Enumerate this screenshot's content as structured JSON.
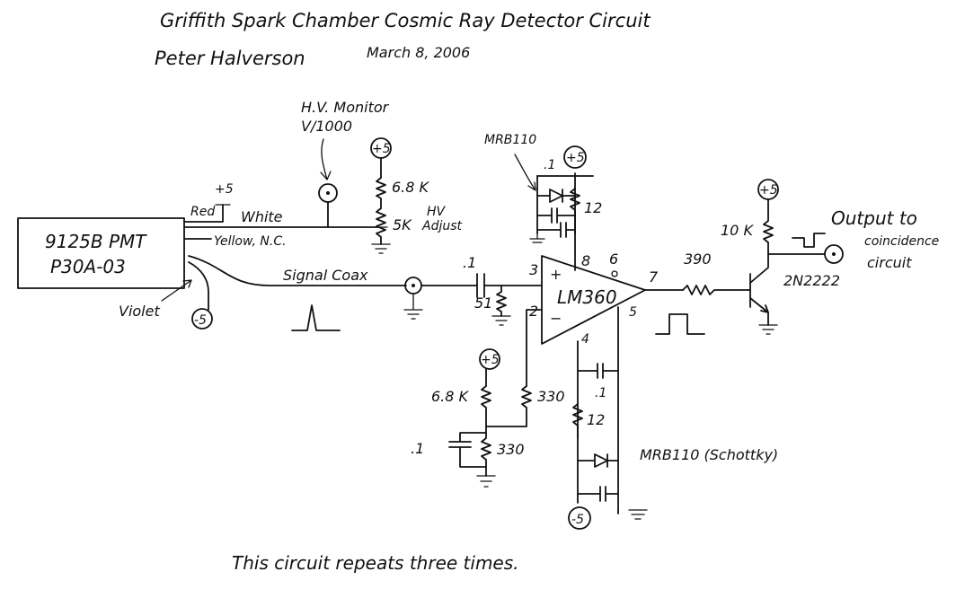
{
  "title": "Griffith Spark Chamber Cosmic Ray Detector Circuit",
  "author": "Peter Halverson",
  "date": "March 8, 2006",
  "pmt": {
    "line1": "9125B PMT",
    "line2": "P30A-03"
  },
  "wires": {
    "red": "Red",
    "white": "White",
    "yellow": "Yellow, N.C.",
    "violet": "Violet"
  },
  "supply": {
    "plus5": "+5",
    "minus5": "-5",
    "plus5_red": "+5"
  },
  "hv_monitor": {
    "line1": "H.V. Monitor",
    "line2": "V/1000"
  },
  "resistors": {
    "r_hv": "6.8 K",
    "pot": "5K",
    "r_term": "51",
    "r_bias_top": "6.8 K",
    "r_bias_bot": "330",
    "r_in": "330",
    "r_dec_top": "12",
    "r_dec_bot": "12",
    "r_out": "390",
    "r_coll": "10 K"
  },
  "hv_adjust": {
    "line1": "HV",
    "line2": "Adjust"
  },
  "capacitors": {
    "c_in": ".1",
    "c_bias": ".1",
    "c_dec_top": ".1",
    "c_dec_bot": ".1"
  },
  "signal_coax": "Signal Coax",
  "diode_top": "MRB110",
  "diode_bot": "MRB110  (Schottky)",
  "comparator": {
    "name": "LM360",
    "plus": "+",
    "minus": "−",
    "pin3": "3",
    "pin2": "2",
    "pin8": "8",
    "pin6": "6",
    "pin7": "7",
    "pin5": "5",
    "pin4": "4"
  },
  "transistor": "2N2222",
  "output": {
    "line1": "Output to",
    "line2": "coincidence",
    "line3": "circuit"
  },
  "footer": "This circuit repeats three times."
}
